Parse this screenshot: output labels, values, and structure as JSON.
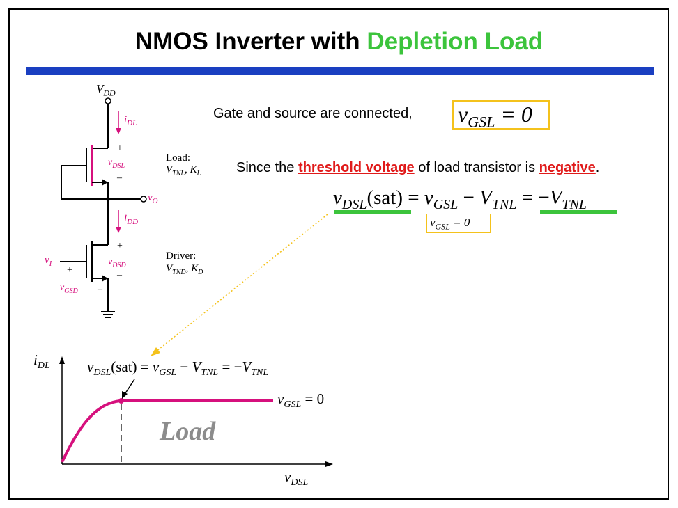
{
  "slide": {
    "title_part1": "NMOS Inverter with ",
    "title_accent": "Depletion Load",
    "colors": {
      "accent_green": "#3cc43c",
      "bar_blue": "#1a3fc1",
      "highlight_red": "#e01a1a",
      "box_yellow": "#f4c21c",
      "circuit_pink": "#d6107d"
    }
  },
  "statement1": {
    "text": "Gate and source are connected,",
    "boxed_eq": "vGSL = 0"
  },
  "statement2": {
    "pre": "Since the ",
    "keyword1": "threshold voltage",
    "mid": " of load transistor is ",
    "keyword2": "negative",
    "post": "."
  },
  "equation": {
    "text": "vDSL(sat) = vGSL − VTNL = −VTNL",
    "condition": "vGSL = 0"
  },
  "circuit": {
    "vdd": "VDD",
    "idl": "iDL",
    "plus_top": "+",
    "vdsl": "vDSL",
    "minus_top": "–",
    "load_label": "Load:",
    "load_params": "VTNL, KL",
    "vo": "vO",
    "idd": "iDD",
    "plus_bot": "+",
    "vdsd": "vDSD",
    "minus_bot": "–",
    "driver_label": "Driver:",
    "driver_params": "VTND, KD",
    "vi": "vI",
    "vi_plus": "+",
    "vgsd": "vGSD",
    "vgsd_minus": "–"
  },
  "graph": {
    "y_axis": "iDL",
    "x_axis": "vDSL",
    "annotation": "vDSL(sat) = vGSL − VTNL = −VTNL",
    "curve_label": "vGSL = 0",
    "region_label": "Load"
  }
}
